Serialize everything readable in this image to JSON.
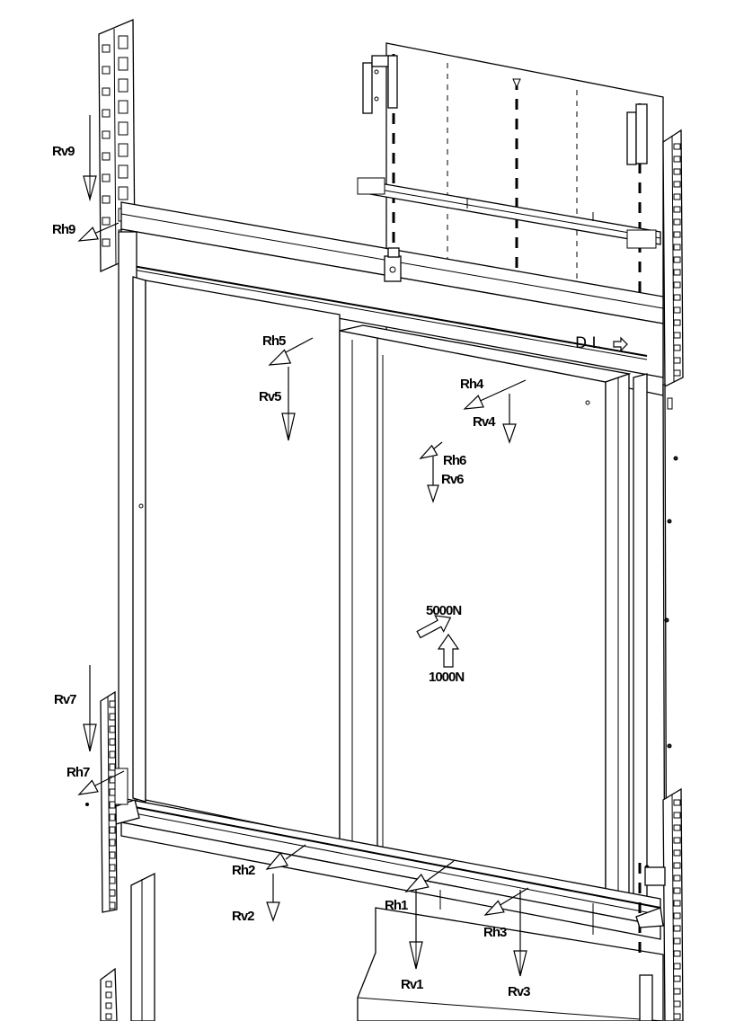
{
  "labels": {
    "rv9": "Rv9",
    "rh9": "Rh9",
    "rh5": "Rh5",
    "rv5": "Rv5",
    "rh4": "Rh4",
    "rv4": "Rv4",
    "rh6": "Rh6",
    "rv6": "Rv6",
    "force_5000": "5000N",
    "force_1000": "1000N",
    "rv7": "Rv7",
    "rh7": "Rh7",
    "rh2": "Rh2",
    "rv2": "Rv2",
    "rh1": "Rh1",
    "rh3": "Rh3",
    "rv1": "Rv1",
    "rv3": "Rv3",
    "dl_text": "D L"
  },
  "icons": {
    "force_arrow": "arrow-icon",
    "cone_marker": "cone-icon",
    "dl_arrow": "arrow-right-icon"
  }
}
